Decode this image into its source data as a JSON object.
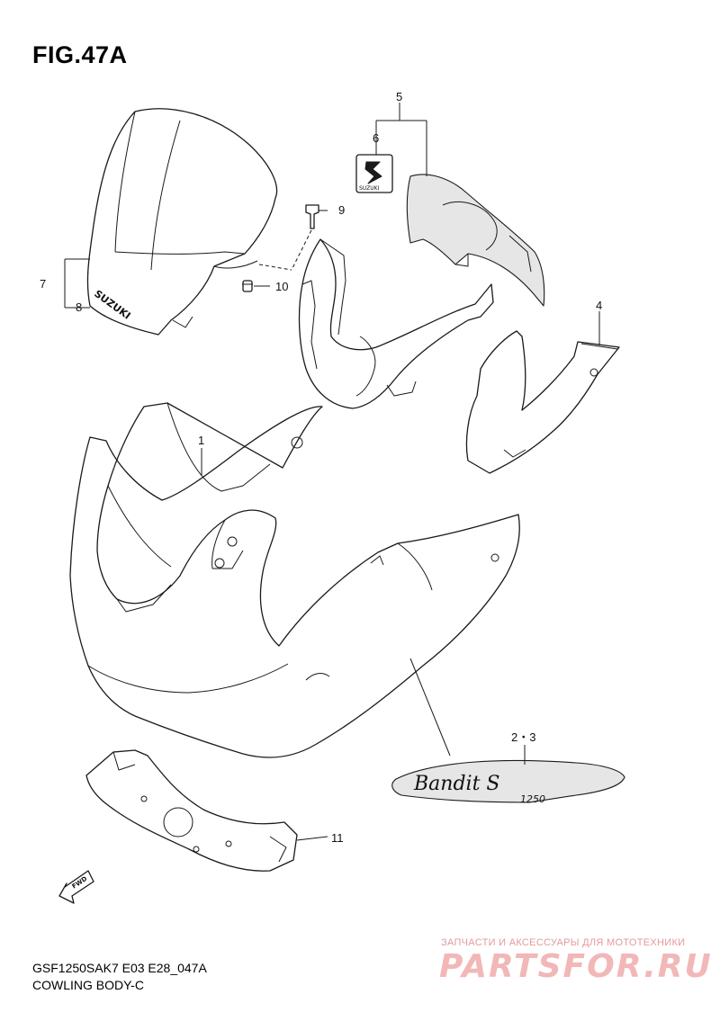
{
  "figure": {
    "title": "FIG.47A"
  },
  "callouts": {
    "c1": "1",
    "c23": "2・3",
    "c4": "4",
    "c5": "5",
    "c6": "6",
    "c7": "7",
    "c8": "8",
    "c9": "9",
    "c10": "10",
    "c11": "11"
  },
  "labels": {
    "windscreen_logo": "SUZUKI",
    "emblem_text": "SUZUKI",
    "fwd": "FWD",
    "decal_script": "Bandit S",
    "decal_number": "1250"
  },
  "footer": {
    "model_code": "GSF1250SAK7 E03 E28_047A",
    "section_name": "COWLING BODY-C"
  },
  "watermark": {
    "tagline": "ЗАПЧАСТИ И АКСЕССУАРЫ ДЛЯ МОТОТЕХНИКИ",
    "brand": "PARTSFOR.RU"
  }
}
